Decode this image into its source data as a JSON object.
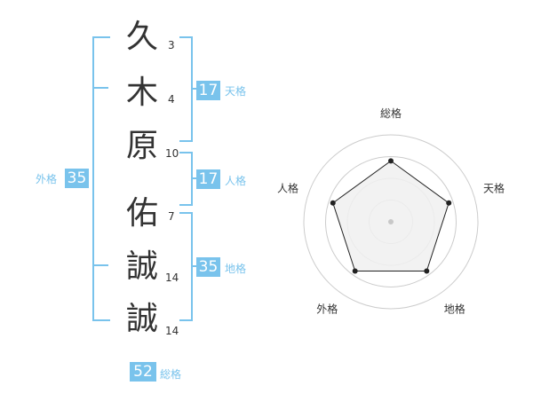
{
  "name": {
    "characters": [
      {
        "char": "久",
        "strokes": "3"
      },
      {
        "char": "木",
        "strokes": "4"
      },
      {
        "char": "原",
        "strokes": "10"
      },
      {
        "char": "佑",
        "strokes": "7"
      },
      {
        "char": "誠",
        "strokes": "14"
      },
      {
        "char": "誠",
        "strokes": "14"
      }
    ]
  },
  "fortunes": {
    "tenkaku": {
      "label": "天格",
      "value": "17"
    },
    "jinkaku": {
      "label": "人格",
      "value": "17"
    },
    "chikaku": {
      "label": "地格",
      "value": "35"
    },
    "gaikaku": {
      "label": "外格",
      "value": "35"
    },
    "soukaku": {
      "label": "総格",
      "value": "52"
    }
  },
  "colors": {
    "accent": "#79c3ec",
    "text": "#333333",
    "grid": "#cccccc",
    "fill": "#f0f0f0"
  },
  "chart_data": {
    "type": "radar",
    "axes": [
      "総格",
      "天格",
      "地格",
      "外格",
      "人格"
    ],
    "values": [
      0.7,
      0.7,
      0.7,
      0.7,
      0.7
    ],
    "rings": 4,
    "max": 1
  }
}
